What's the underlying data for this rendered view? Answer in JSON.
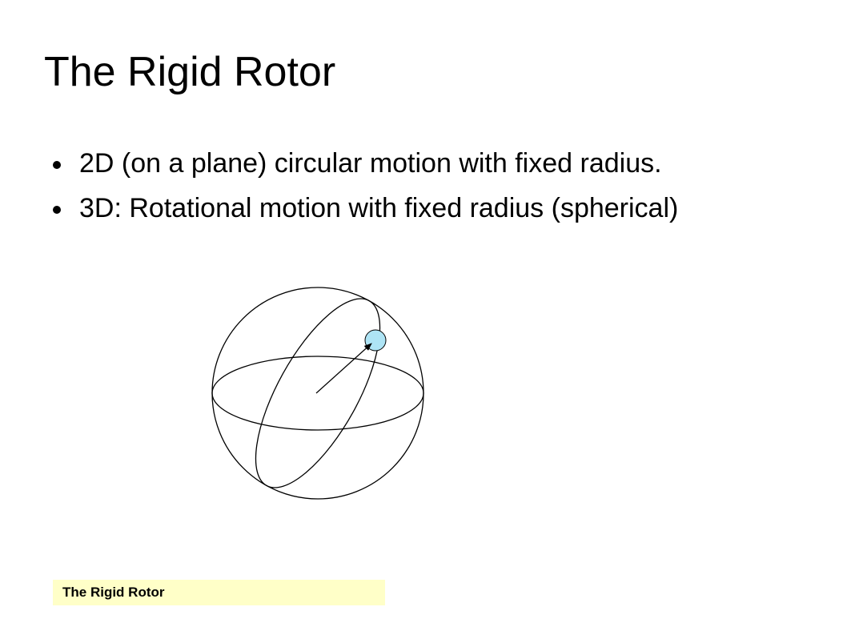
{
  "slide": {
    "title": "The Rigid Rotor",
    "bullets": [
      "2D (on a plane)  circular motion with fixed radius.",
      "3D:  Rotational motion with fixed radius (spherical)"
    ],
    "footer": "The Rigid Rotor"
  },
  "colors": {
    "background": "#ffffff",
    "text": "#000000",
    "particle": "#aee4f5",
    "footer_background": "#ffffc8"
  }
}
